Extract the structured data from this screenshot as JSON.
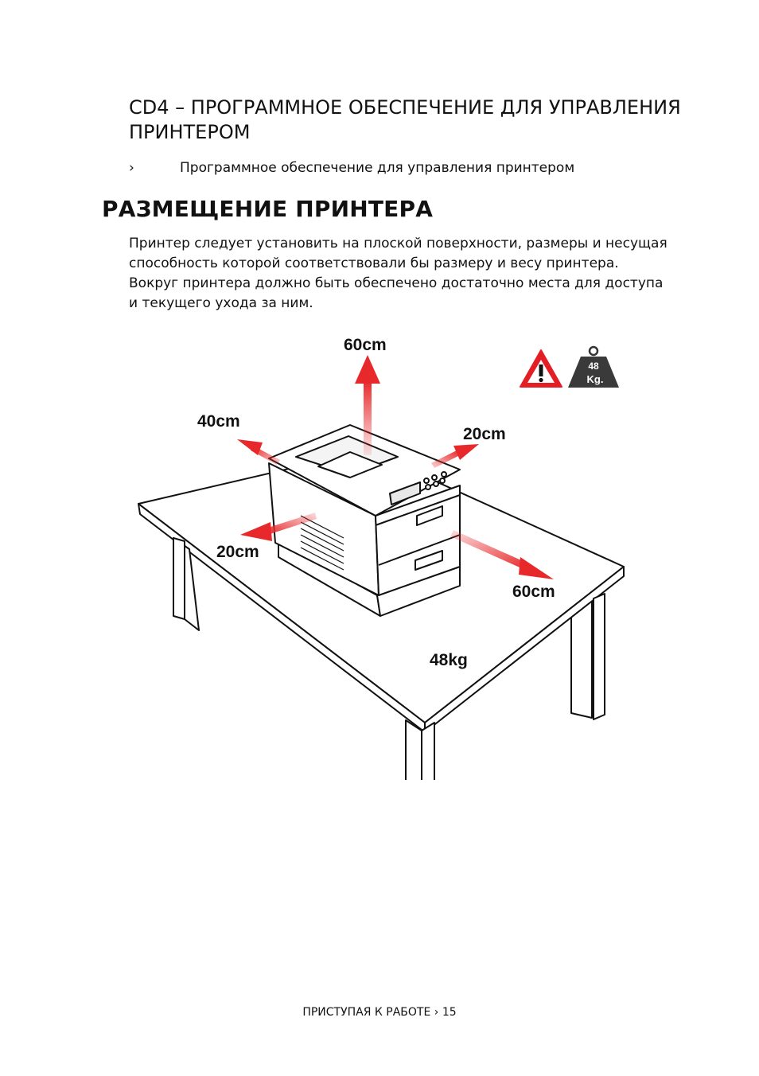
{
  "section": {
    "title": "CD4 – ПРОГРАММНОЕ ОБЕСПЕЧЕНИЕ ДЛЯ УПРАВЛЕНИЯ ПРИНТЕРОМ",
    "bullet_mark": "›",
    "bullet_text": "Программное обеспечение для управления принтером"
  },
  "heading": "РАЗМЕЩЕНИЕ ПРИНТЕРА",
  "paragraph_lines": [
    "Принтер следует установить на плоской поверхности, размеры и несущая",
    "способность которой соответствовали бы размеру и весу принтера.",
    "Вокруг принтера должно быть обеспечено достаточно места для доступа",
    "и текущего ухода за ним."
  ],
  "illustration": {
    "label_top": "60cm",
    "label_back_left": "40cm",
    "label_back_right": "20cm",
    "label_left": "20cm",
    "label_front": "60cm",
    "label_weight": "48kg",
    "weight_icon_line1": "48",
    "weight_icon_line2": "Kg.",
    "warning_icon": "warning-triangle-icon",
    "weight_icon": "weight-icon",
    "arrow_color": "#e8292b",
    "warning_color": "#e31e24"
  },
  "footer": {
    "section": "ПРИСТУПАЯ К РАБОТЕ",
    "separator": "›",
    "page": "15"
  }
}
